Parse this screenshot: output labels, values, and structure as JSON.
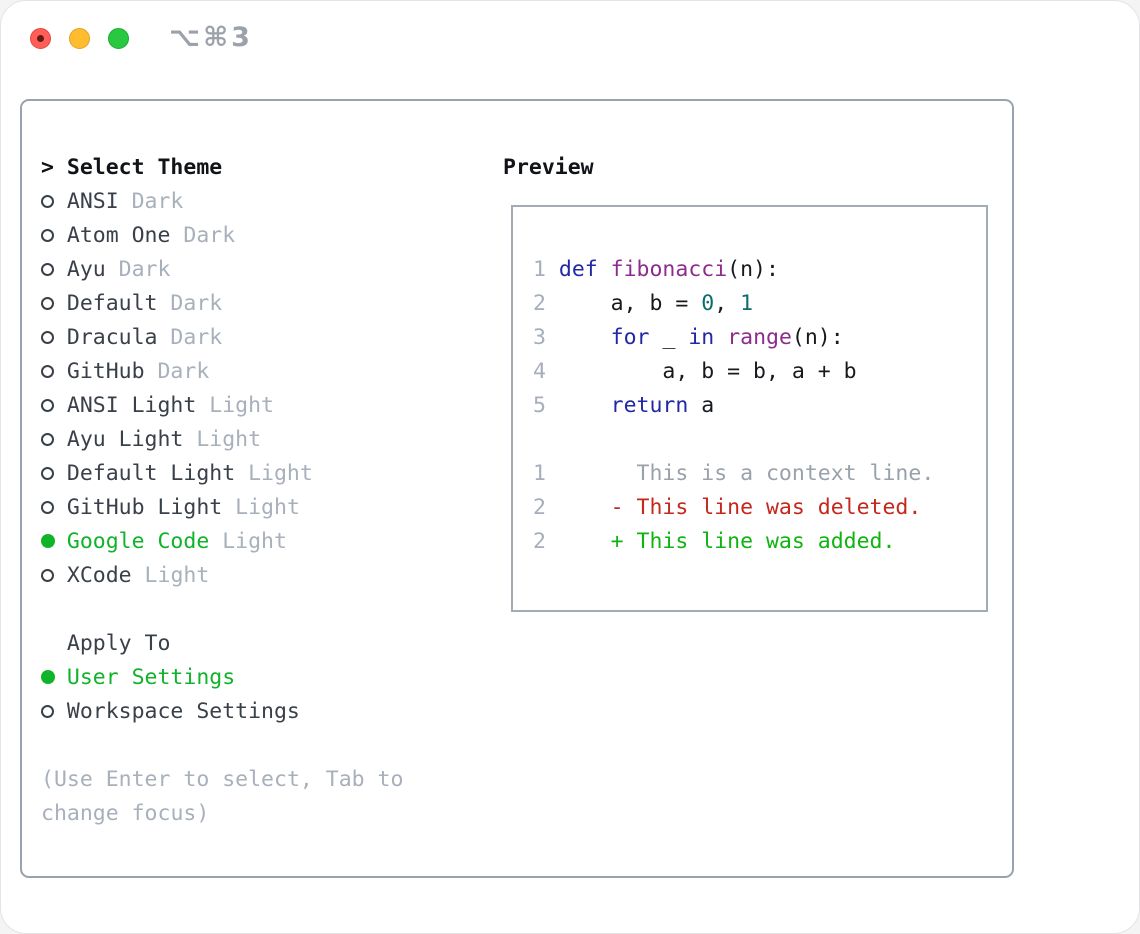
{
  "window": {
    "title": "⌥⌘3",
    "controls": {
      "close": "close",
      "minimize": "minimize",
      "zoom": "zoom"
    }
  },
  "theme_picker": {
    "cursor": ">",
    "title": "Select Theme",
    "items": [
      {
        "name": "ANSI",
        "variant": "Dark",
        "selected": false
      },
      {
        "name": "Atom One",
        "variant": "Dark",
        "selected": false
      },
      {
        "name": "Ayu",
        "variant": "Dark",
        "selected": false
      },
      {
        "name": "Default",
        "variant": "Dark",
        "selected": false
      },
      {
        "name": "Dracula",
        "variant": "Dark",
        "selected": false
      },
      {
        "name": "GitHub",
        "variant": "Dark",
        "selected": false
      },
      {
        "name": "ANSI Light",
        "variant": "Light",
        "selected": false
      },
      {
        "name": "Ayu Light",
        "variant": "Light",
        "selected": false
      },
      {
        "name": "Default Light",
        "variant": "Light",
        "selected": false
      },
      {
        "name": "GitHub Light",
        "variant": "Light",
        "selected": false
      },
      {
        "name": "Google Code",
        "variant": "Light",
        "selected": true
      },
      {
        "name": "XCode",
        "variant": "Light",
        "selected": false
      }
    ]
  },
  "apply_to": {
    "label": "Apply To",
    "options": [
      {
        "name": "User Settings",
        "selected": true
      },
      {
        "name": "Workspace Settings",
        "selected": false
      }
    ]
  },
  "help_text": "(Use Enter to select, Tab to change focus)",
  "preview": {
    "label": "Preview",
    "lines": [
      {
        "gutter": "1",
        "segments": [
          {
            "t": "def ",
            "c": "kw"
          },
          {
            "t": "fibonacci",
            "c": "typ"
          },
          {
            "t": "(n):",
            "c": "plain"
          }
        ]
      },
      {
        "gutter": "2",
        "segments": [
          {
            "t": "    a, b = ",
            "c": "plain"
          },
          {
            "t": "0",
            "c": "lit"
          },
          {
            "t": ", ",
            "c": "plain"
          },
          {
            "t": "1",
            "c": "lit"
          }
        ]
      },
      {
        "gutter": "3",
        "segments": [
          {
            "t": "    ",
            "c": "plain"
          },
          {
            "t": "for",
            "c": "kw"
          },
          {
            "t": " _ ",
            "c": "plain"
          },
          {
            "t": "in",
            "c": "kw"
          },
          {
            "t": " ",
            "c": "plain"
          },
          {
            "t": "range",
            "c": "typ"
          },
          {
            "t": "(n):",
            "c": "plain"
          }
        ]
      },
      {
        "gutter": "4",
        "segments": [
          {
            "t": "        a, b = b, a + b",
            "c": "plain"
          }
        ]
      },
      {
        "gutter": "5",
        "segments": [
          {
            "t": "    ",
            "c": "plain"
          },
          {
            "t": "return",
            "c": "kw"
          },
          {
            "t": " a",
            "c": "plain"
          }
        ]
      },
      {
        "blank": true
      },
      {
        "gutter": "1",
        "segments": [
          {
            "t": "      ",
            "c": "plain"
          },
          {
            "t": "This is a context line.",
            "c": "ctx"
          }
        ]
      },
      {
        "gutter": "2",
        "segments": [
          {
            "t": "    ",
            "c": "plain"
          },
          {
            "t": "- This line was deleted.",
            "c": "del"
          }
        ]
      },
      {
        "gutter": "2",
        "segments": [
          {
            "t": "    ",
            "c": "plain"
          },
          {
            "t": "+ This line was added.",
            "c": "add"
          }
        ]
      }
    ]
  },
  "colors": {
    "accent_green": "#10b32a",
    "text_primary": "#3a4049",
    "text_muted": "#a8b0bc",
    "header_text": "#101318",
    "panel_border": "#99a2ad",
    "traffic_red": "#ff5f57",
    "traffic_yellow": "#febc2e",
    "traffic_green": "#28c840",
    "syntax": {
      "kw": "#2128a6",
      "typ": "#8e2b8e",
      "lit": "#0d6d6d",
      "plain": "#16191e",
      "ctx": "#99a1ab",
      "del": "#c4271b",
      "add": "#0fb410",
      "gutter": "#a6aebc"
    }
  }
}
